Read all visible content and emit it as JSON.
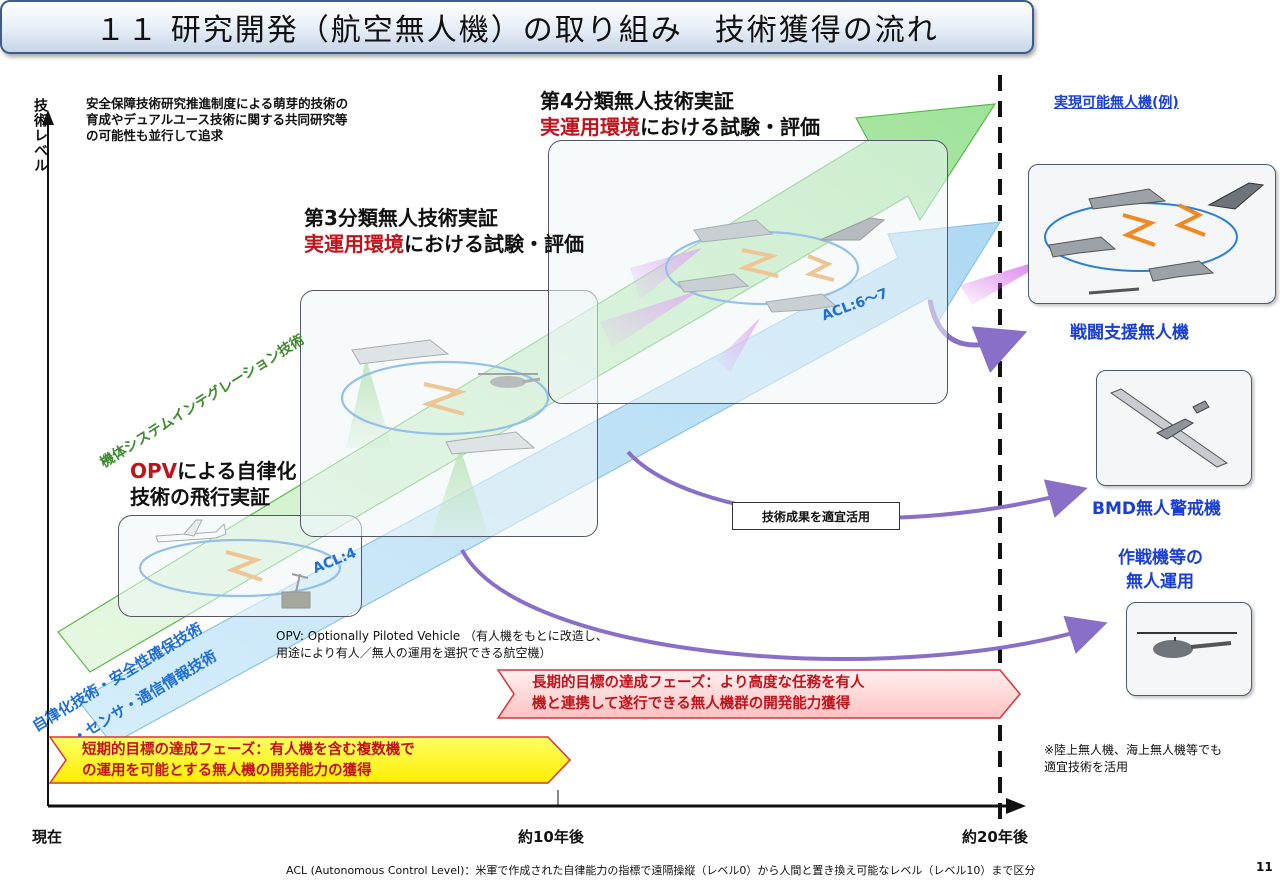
{
  "title": "１１ 研究開発（航空無人機）の取り組み　技術獲得の流れ",
  "axis": {
    "y_label": "技術レベル",
    "x_ticks": [
      "現在",
      "約10年後",
      "約20年後"
    ]
  },
  "notes": {
    "top_left": [
      "安全保障技術研究推進制度による萌芽的技術の",
      "育成やデュアルユース技術に関する共同研究等",
      "の可能性も並行して追求"
    ],
    "opv_def": [
      "OPV: Optionally Piloted Vehicle （有人機をもとに改造し、",
      "用途により有人／無人の運用を選択できる航空機）"
    ],
    "land_sea": [
      "※陸上無人機、海上無人機等でも",
      "適宜技術を活用"
    ],
    "acl_def": "ACL (Autonomous Control Level)：米軍で作成された自律能力の指標で遠隔操縦（レベル0）から人間と置き換え可能なレベル（レベル10）まで区分",
    "page_number": "11"
  },
  "stages": {
    "stage4": {
      "line1": "第4分類無人技術実証",
      "line2_red": "実運用環境",
      "line2_rest": "における試験・評価"
    },
    "stage3": {
      "line1": "第3分類無人技術実証",
      "line2_red": "実運用環境",
      "line2_rest": "における試験・評価"
    },
    "opv": {
      "red": "OPV",
      "line1_rest": "による自律化",
      "line2": "技術の飛行実証"
    }
  },
  "arrows": {
    "green_label": "機体システムインテグレーション技術",
    "blue_label_1": "自律化技術・安全性確保技術",
    "blue_label_2": "・センサ・通信情報技術",
    "acl4": "ACL:4",
    "acl67": "ACL:6～7"
  },
  "phases": {
    "short": [
      "短期的目標の達成フェーズ：有人機を含む複数機で",
      "の運用を可能とする無人機の開発能力の獲得"
    ],
    "long": [
      "長期的目標の達成フェーズ：より高度な任務を有人",
      "機と連携して遂行できる無人機群の開発能力獲得"
    ]
  },
  "tech_result_label": "技術成果を適宜活用",
  "realizable": {
    "heading": "実現可能無人機(例)",
    "items": [
      "戦闘支援無人機",
      "BMD無人警戒機",
      "作戦機等の",
      "無人運用"
    ]
  },
  "colors": {
    "title_border": "#3b5d8a",
    "green_arrow": "#c8efc0",
    "blue_arrow": "#cfe8f6",
    "accent_red": "#c0141c",
    "accent_blue": "#1a3fd6",
    "short_phase_fill": "#ffff00",
    "long_phase_fill": "#ffd2d2"
  }
}
